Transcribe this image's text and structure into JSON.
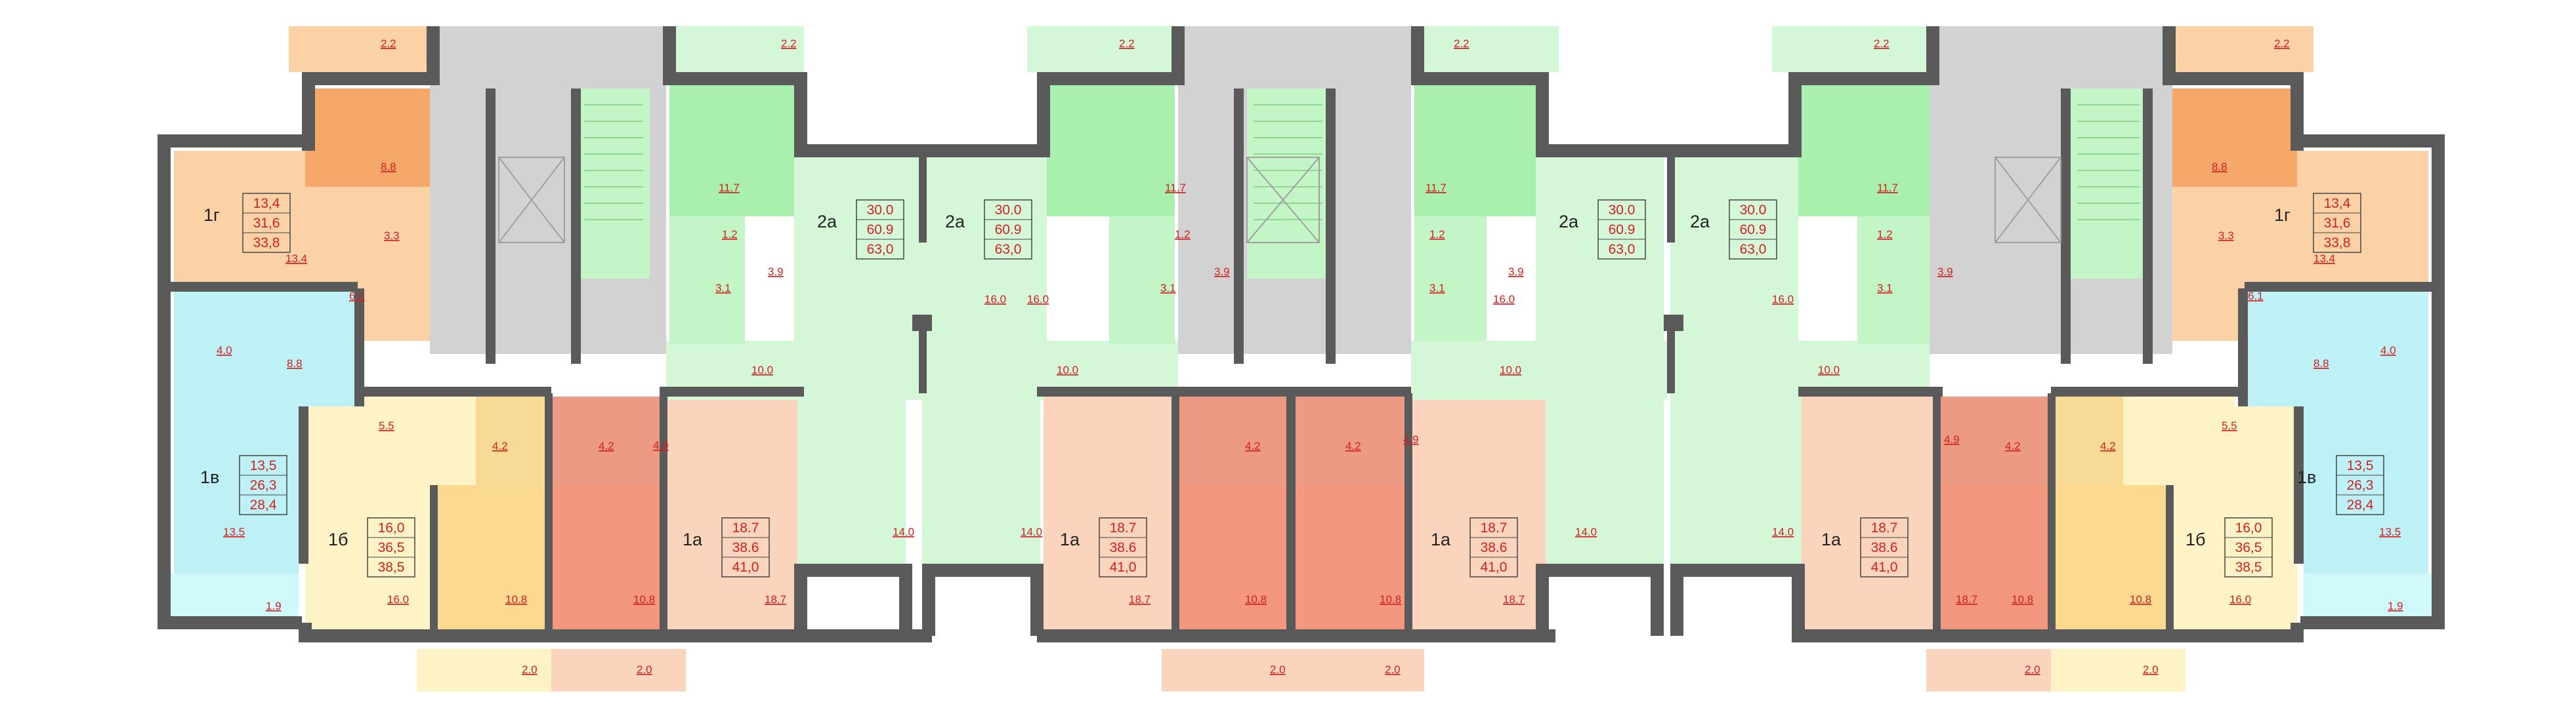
{
  "colors": {
    "wall": "#5a5a5a",
    "common": "#d2d2d2",
    "one_g": "#fad2a6",
    "one_g_dark": "#f5a86a",
    "one_v": "#bdf1f6",
    "one_b": "#fdf3c7",
    "one_b_dark": "#fbd98f",
    "one_a": "#fbd4bd",
    "one_a_dark": "#f3987f",
    "two_a": "#d4f7d8",
    "two_a_dark": "#a9f0ae",
    "balcony_cyan": "#cff9fb",
    "bath_red": "#ec9a84",
    "bath_green": "#c3f5c6",
    "bath_blue": "#a7e9f1",
    "bath_yellow": "#f6da95",
    "text_red": "#d42020"
  },
  "apartments": [
    {
      "id": "a1",
      "type": "1г",
      "v1": "13,4",
      "v2": "31,6",
      "v3": "33,8"
    },
    {
      "id": "a2",
      "type": "1в",
      "v1": "13,5",
      "v2": "26,3",
      "v3": "28,4"
    },
    {
      "id": "a3",
      "type": "1б",
      "v1": "16,0",
      "v2": "36,5",
      "v3": "38,5"
    },
    {
      "id": "a4",
      "type": "1а",
      "v1": "18.7",
      "v2": "38.6",
      "v3": "41,0"
    },
    {
      "id": "a5",
      "type": "2а",
      "v1": "30.0",
      "v2": "60.9",
      "v3": "63,0"
    },
    {
      "id": "a6",
      "type": "2а",
      "v1": "30.0",
      "v2": "60.9",
      "v3": "63,0"
    },
    {
      "id": "a7",
      "type": "1а",
      "v1": "18.7",
      "v2": "38.6",
      "v3": "41,0"
    },
    {
      "id": "a8",
      "type": "1а",
      "v1": "18.7",
      "v2": "38.6",
      "v3": "41,0"
    },
    {
      "id": "a9",
      "type": "2а",
      "v1": "30.0",
      "v2": "60.9",
      "v3": "63,0"
    },
    {
      "id": "a10",
      "type": "2а",
      "v1": "30.0",
      "v2": "60.9",
      "v3": "63,0"
    },
    {
      "id": "a11",
      "type": "1а",
      "v1": "18.7",
      "v2": "38.6",
      "v3": "41,0"
    },
    {
      "id": "a12",
      "type": "1г",
      "v1": "13,4",
      "v2": "31,6",
      "v3": "33,8"
    },
    {
      "id": "a13",
      "type": "1в",
      "v1": "13,5",
      "v2": "26,3",
      "v3": "28,4"
    },
    {
      "id": "a14",
      "type": "1б",
      "v1": "16,0",
      "v2": "36,5",
      "v3": "38,5"
    }
  ],
  "room_labels": [
    "2.2",
    "2.2",
    "2.2",
    "2.2",
    "2.2",
    "2.2",
    "8.8",
    "3.3",
    "13.4",
    "6.1",
    "11.7",
    "1.2",
    "3.9",
    "3.1",
    "16.0",
    "16.0",
    "11.7",
    "1.2",
    "3.9",
    "3.1",
    "4.0",
    "8.8",
    "10.0",
    "10.0",
    "5.5",
    "4.2",
    "4.2",
    "4.9",
    "13.5",
    "16.0",
    "10.8",
    "10.8",
    "18.7",
    "1.9",
    "2.0",
    "2.0",
    "14.0",
    "14.0",
    "18.7",
    "4.2",
    "4.2",
    "4.9",
    "10.8",
    "10.8",
    "18.7",
    "2.0",
    "2.0",
    "1.2",
    "3.9",
    "3.1",
    "11.7",
    "1.2",
    "3.9",
    "3.1",
    "16.0",
    "16.0",
    "11.7",
    "10.0",
    "10.0",
    "14.0",
    "14.0",
    "18.7",
    "4.9",
    "4.2",
    "4.2",
    "5.5",
    "10.8",
    "10.8",
    "16.0",
    "2.0",
    "2.0",
    "8.8",
    "3.3",
    "13.4",
    "6.1",
    "8.8",
    "4.0",
    "13.5",
    "1.9"
  ]
}
